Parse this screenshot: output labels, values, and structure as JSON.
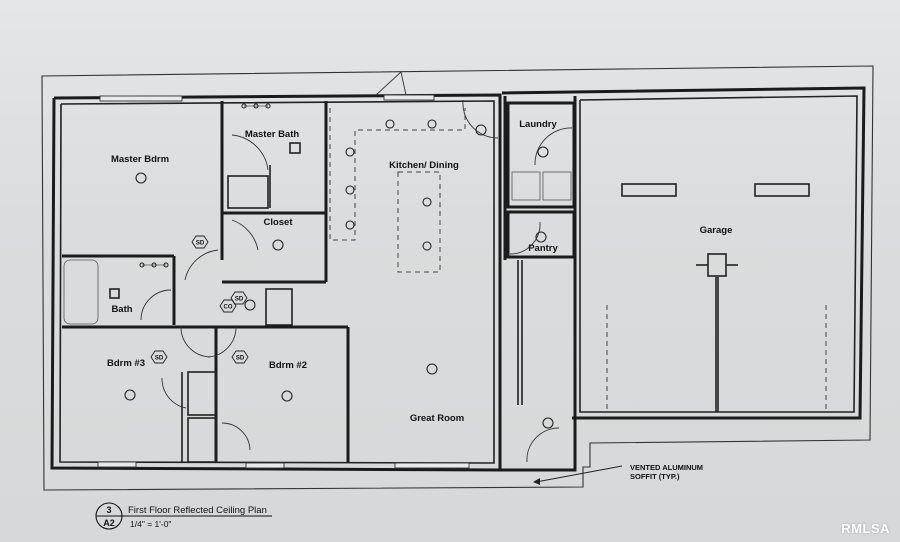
{
  "plan": {
    "title": "First Floor Reflected Ceiling Plan",
    "scale": "1/4\" = 1'-0\"",
    "detail_number": "3",
    "sheet_number": "A2"
  },
  "rooms": {
    "master_bdrm": "Master Bdrm",
    "master_bath": "Master Bath",
    "closet": "Closet",
    "kitchen_dining": "Kitchen/ Dining",
    "laundry": "Laundry",
    "pantry": "Pantry",
    "garage": "Garage",
    "bath": "Bath",
    "bdrm3": "Bdrm #3",
    "bdrm2": "Bdrm #2",
    "great_room": "Great Room"
  },
  "symbols": {
    "smoke_detector": "SD",
    "co_detector": "CO"
  },
  "notes": {
    "soffit_line1": "VENTED ALUMINUM",
    "soffit_line2": "SOFFIT (TYP.)"
  },
  "watermark": "RMLSA"
}
